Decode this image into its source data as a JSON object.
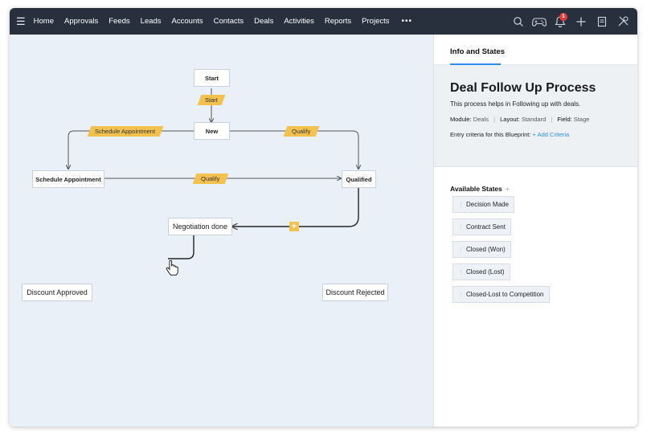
{
  "nav": {
    "menu_icon": "hamburger-icon",
    "items": [
      "Home",
      "Approvals",
      "Feeds",
      "Leads",
      "Accounts",
      "Contacts",
      "Deals",
      "Activities",
      "Reports",
      "Projects"
    ],
    "more": "•••",
    "icons": [
      "search-icon",
      "game-controller-icon",
      "bell-icon",
      "plus-icon",
      "note-icon",
      "tools-icon"
    ],
    "notification_count": "1"
  },
  "flow": {
    "nodes": {
      "start": "Start",
      "new": "New",
      "schedule": "Schedule Appointment",
      "qualified": "Qualified",
      "negotiation": "Negotiation done",
      "discount_approved": "Discount Approved",
      "discount_rejected": "Discount Rejected"
    },
    "transitions": {
      "start": "Start",
      "schedule_appointment": "Schedule Appointment",
      "qualify_top": "Qualify",
      "qualify_mid": "Qualify"
    },
    "add_transition": "+",
    "accent_color": "#f2c14e"
  },
  "panel": {
    "tab": "Info and States",
    "title": "Deal Follow Up Process",
    "description": "This process helps in Following up with deals.",
    "module_label": "Module:",
    "module_value": "Deals",
    "layout_label": "Layout:",
    "layout_value": "Standard",
    "field_label": "Field:",
    "field_value": "Stage",
    "entry_label": "Entry criteria for this Blueprint:",
    "entry_link": "+ Add Criteria",
    "states_title": "Available States",
    "states_plus": "+",
    "states": [
      "Decision Made",
      "Contract Sent",
      "Closed (Won)",
      "Closed (Lost)",
      "Closed-Lost to Competition"
    ]
  }
}
